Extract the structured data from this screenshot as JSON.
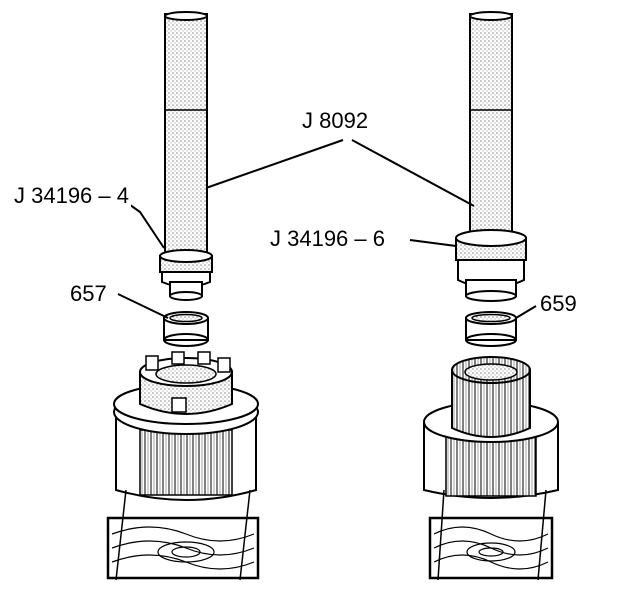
{
  "labels": {
    "driver_handle": "J 8092",
    "installer_left": "J 34196 – 4",
    "installer_right": "J 34196 – 6",
    "bearing_left": "657",
    "bearing_right": "659"
  },
  "colors": {
    "line": "#000000",
    "fill": "#ffffff",
    "shade": "#b8b8b8"
  }
}
